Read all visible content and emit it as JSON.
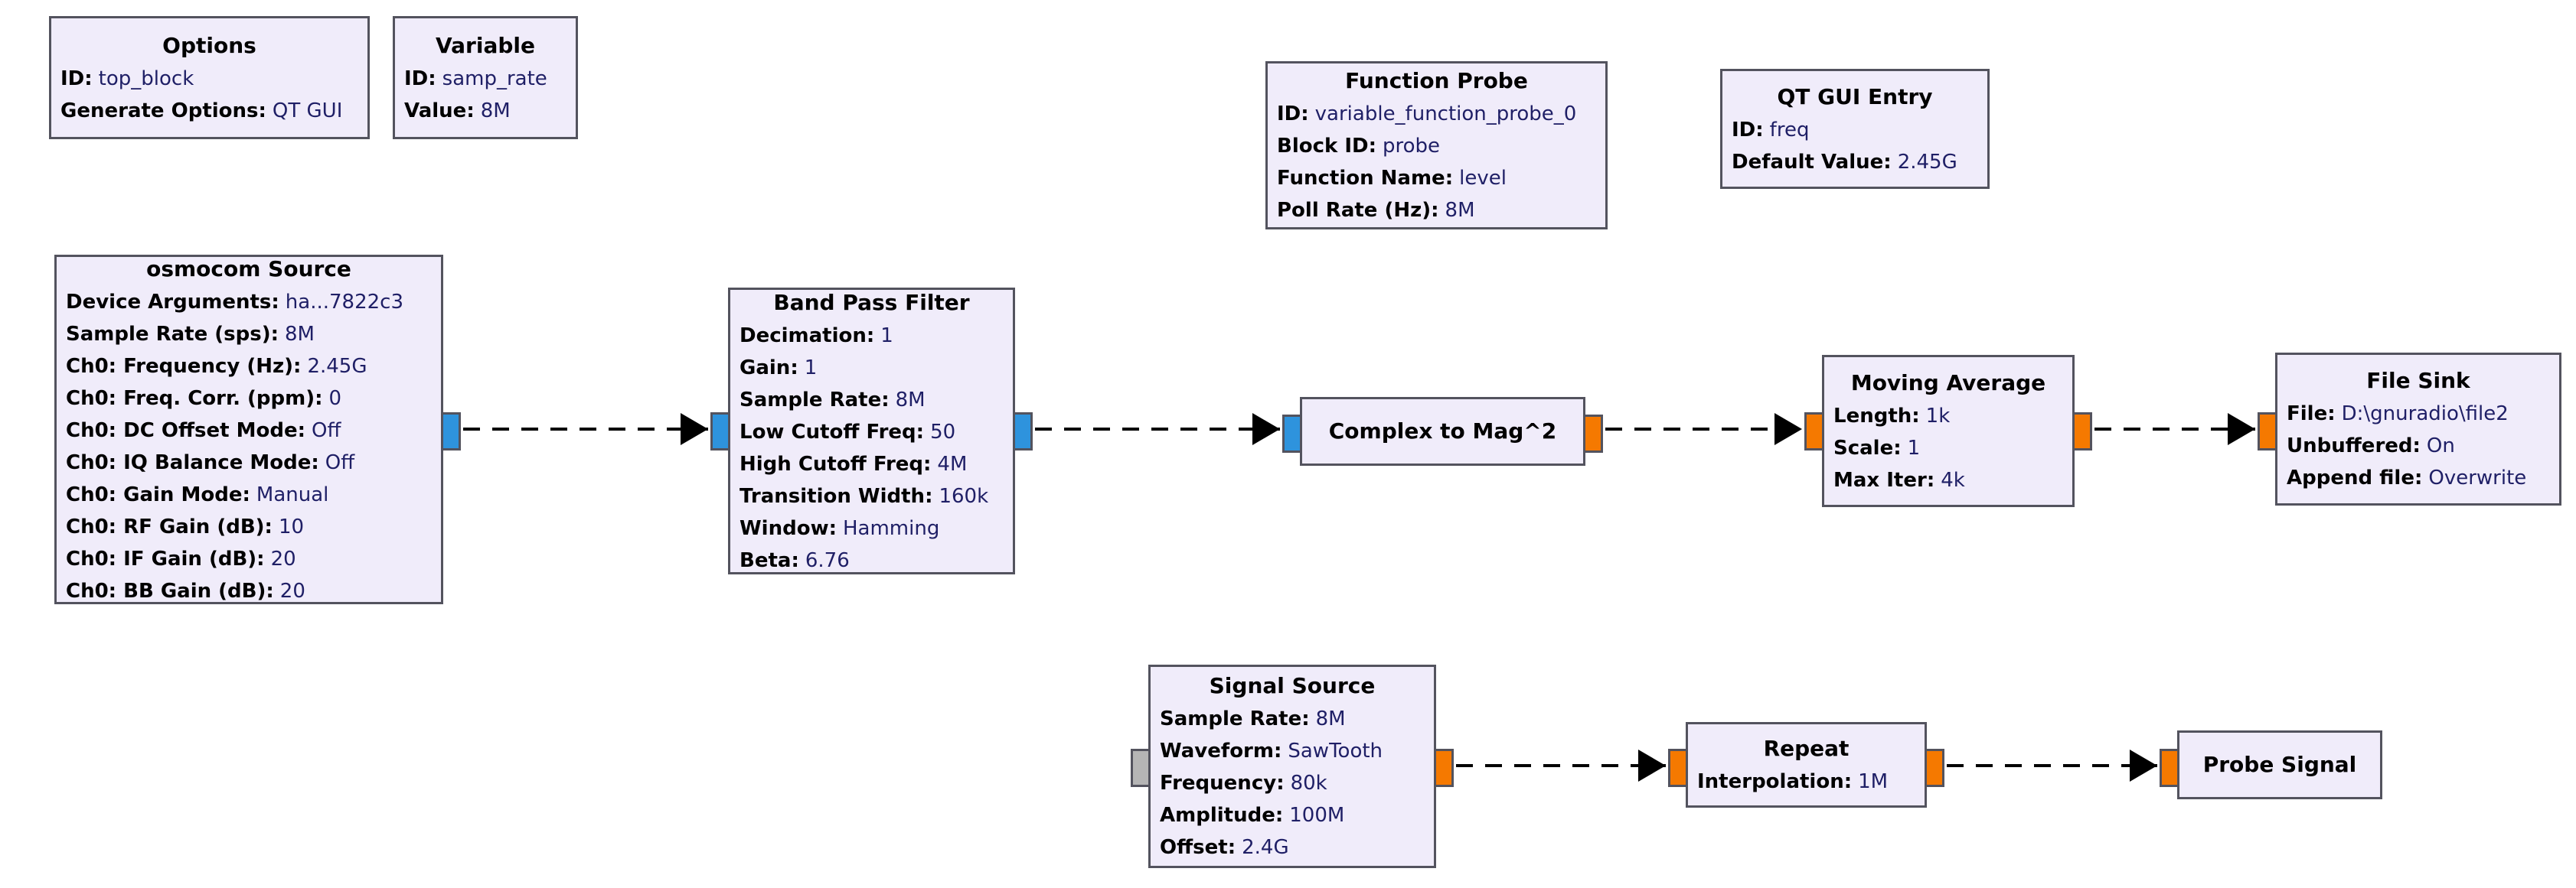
{
  "colors": {
    "canvas_bg": "#ffffff",
    "block_fill": "#f0ecfa",
    "block_border": "#53535e",
    "port_complex": "#2e93dd",
    "port_float": "#f57900",
    "port_gray": "#b5b5b5",
    "wire": "#000000",
    "param_value_text": "#1f1f66"
  },
  "blocks": {
    "options": {
      "title": "Options",
      "params": [
        {
          "label": "ID",
          "value": "top_block"
        },
        {
          "label": "Generate Options",
          "value": "QT GUI"
        }
      ]
    },
    "variable": {
      "title": "Variable",
      "params": [
        {
          "label": "ID",
          "value": "samp_rate"
        },
        {
          "label": "Value",
          "value": "8M"
        }
      ]
    },
    "function_probe": {
      "title": "Function Probe",
      "params": [
        {
          "label": "ID",
          "value": "variable_function_probe_0"
        },
        {
          "label": "Block ID",
          "value": "probe"
        },
        {
          "label": "Function Name",
          "value": "level"
        },
        {
          "label": "Poll Rate (Hz)",
          "value": "8M"
        }
      ]
    },
    "qt_gui_entry": {
      "title": "QT GUI Entry",
      "params": [
        {
          "label": "ID",
          "value": "freq"
        },
        {
          "label": "Default Value",
          "value": "2.45G"
        }
      ]
    },
    "osmocom_source": {
      "title": "osmocom Source",
      "params": [
        {
          "label": "Device Arguments",
          "value": "ha...7822c3"
        },
        {
          "label": "Sample Rate (sps)",
          "value": "8M"
        },
        {
          "label": "Ch0: Frequency (Hz)",
          "value": "2.45G"
        },
        {
          "label": "Ch0: Freq. Corr. (ppm)",
          "value": "0"
        },
        {
          "label": "Ch0: DC Offset Mode",
          "value": "Off"
        },
        {
          "label": "Ch0: IQ Balance Mode",
          "value": "Off"
        },
        {
          "label": "Ch0: Gain Mode",
          "value": "Manual"
        },
        {
          "label": "Ch0: RF Gain (dB)",
          "value": "10"
        },
        {
          "label": "Ch0: IF Gain (dB)",
          "value": "20"
        },
        {
          "label": "Ch0: BB Gain (dB)",
          "value": "20"
        }
      ]
    },
    "band_pass_filter": {
      "title": "Band Pass Filter",
      "params": [
        {
          "label": "Decimation",
          "value": "1"
        },
        {
          "label": "Gain",
          "value": "1"
        },
        {
          "label": "Sample Rate",
          "value": "8M"
        },
        {
          "label": "Low Cutoff Freq",
          "value": "50"
        },
        {
          "label": "High Cutoff Freq",
          "value": "4M"
        },
        {
          "label": "Transition Width",
          "value": "160k"
        },
        {
          "label": "Window",
          "value": "Hamming"
        },
        {
          "label": "Beta",
          "value": "6.76"
        }
      ]
    },
    "complex_to_mag2": {
      "title": "Complex to Mag^2",
      "params": []
    },
    "moving_average": {
      "title": "Moving Average",
      "params": [
        {
          "label": "Length",
          "value": "1k"
        },
        {
          "label": "Scale",
          "value": "1"
        },
        {
          "label": "Max Iter",
          "value": "4k"
        }
      ]
    },
    "file_sink": {
      "title": "File Sink",
      "params": [
        {
          "label": "File",
          "value": "D:\\gnuradio\\file2"
        },
        {
          "label": "Unbuffered",
          "value": "On"
        },
        {
          "label": "Append file",
          "value": "Overwrite"
        }
      ]
    },
    "signal_source": {
      "title": "Signal Source",
      "params": [
        {
          "label": "Sample Rate",
          "value": "8M"
        },
        {
          "label": "Waveform",
          "value": "SawTooth"
        },
        {
          "label": "Frequency",
          "value": "80k"
        },
        {
          "label": "Amplitude",
          "value": "100M"
        },
        {
          "label": "Offset",
          "value": "2.4G"
        }
      ]
    },
    "repeat": {
      "title": "Repeat",
      "params": [
        {
          "label": "Interpolation",
          "value": "1M"
        }
      ]
    },
    "probe_signal": {
      "title": "Probe Signal",
      "params": []
    }
  }
}
